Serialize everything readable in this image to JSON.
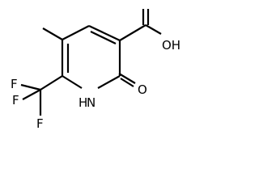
{
  "molecule": {
    "atoms": {
      "oh": "OH",
      "carbonyl_o": "O",
      "nh": "H",
      "n": "N",
      "f_top": "F",
      "f_left": "F",
      "f_bottom": "F"
    }
  }
}
